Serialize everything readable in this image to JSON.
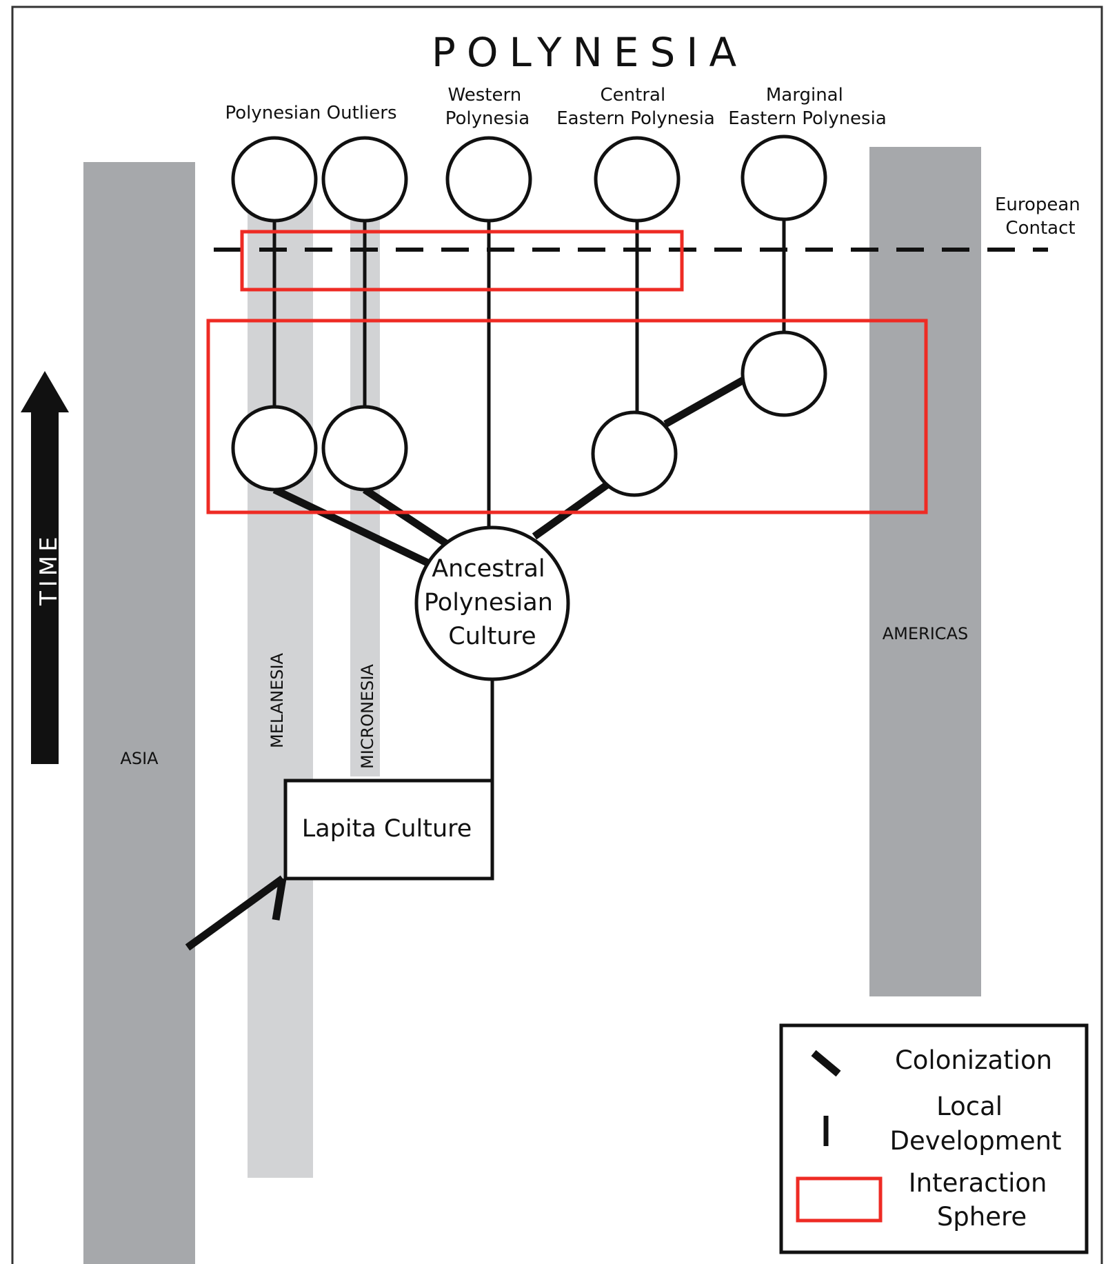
{
  "title": "POLYNESIA",
  "time_axis_label": "TIME",
  "regions": {
    "asia": "ASIA",
    "melanesia": "MELANESIA",
    "micronesia": "MICRONESIA",
    "americas": "AMERICAS"
  },
  "group_headings": {
    "outliers": "Polynesian Outliers",
    "western": [
      "Western",
      "Polynesia"
    ],
    "central": [
      "Central",
      "Eastern Polynesia"
    ],
    "marginal": [
      "Marginal",
      "Eastern Polynesia"
    ]
  },
  "european_contact": [
    "European",
    "Contact"
  ],
  "ancestral_node": [
    "Ancestral",
    "Polynesian",
    "Culture"
  ],
  "lapita_node": "Lapita Culture",
  "legend": {
    "colonization": "Colonization",
    "local_development": [
      "Local",
      "Development"
    ],
    "interaction_sphere": [
      "Interaction",
      "Sphere"
    ]
  },
  "colors": {
    "background": "#ffffff",
    "frame": "#333333",
    "region_dark": "#a6a8ab",
    "region_light": "#d2d3d5",
    "interaction_sphere": "#ee2b24",
    "ink": "#111111"
  }
}
